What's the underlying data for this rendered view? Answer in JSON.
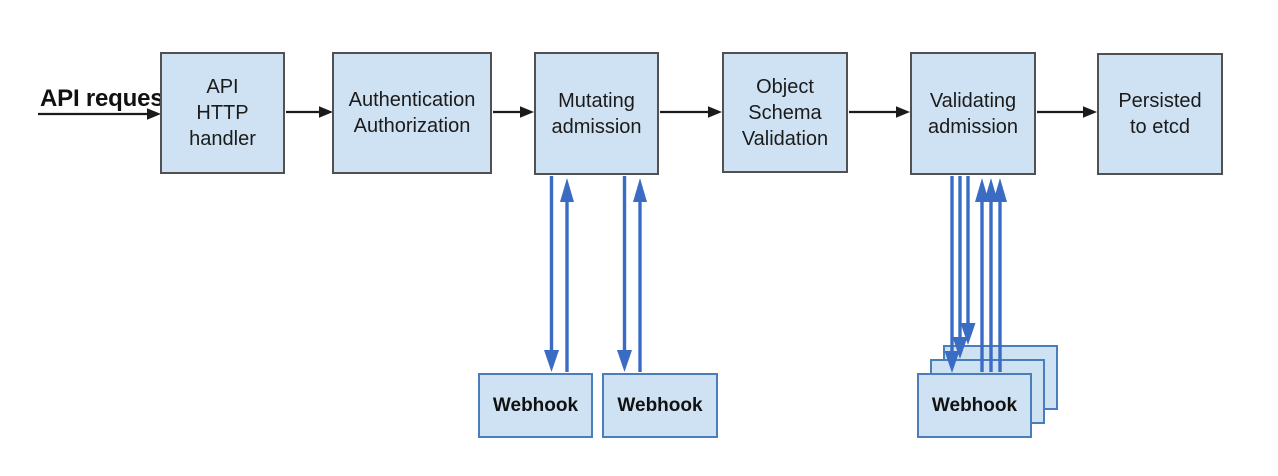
{
  "diagram": {
    "entry_label": "API request",
    "stages": [
      {
        "id": "api-http-handler",
        "label": "API\nHTTP\nhandler"
      },
      {
        "id": "authentication-authorization",
        "label": "Authentication\nAuthorization"
      },
      {
        "id": "mutating-admission",
        "label": "Mutating\nadmission"
      },
      {
        "id": "object-schema-validation",
        "label": "Object\nSchema\nValidation"
      },
      {
        "id": "validating-admission",
        "label": "Validating\nadmission"
      },
      {
        "id": "persisted-to-etcd",
        "label": "Persisted\nto etcd"
      }
    ],
    "webhook_labels": {
      "mutating_1": "Webhook",
      "mutating_2": "Webhook",
      "validating_front": "Webhook"
    },
    "validating_webhook_stack_count": 3,
    "colors": {
      "box_fill": "#cfe2f3",
      "stage_border": "#515151",
      "webhook_border": "#4a7ebb",
      "flow_arrow": "#1a1a1a",
      "webhook_arrow": "#3b6cc4",
      "text": "#1b1b1b"
    }
  }
}
